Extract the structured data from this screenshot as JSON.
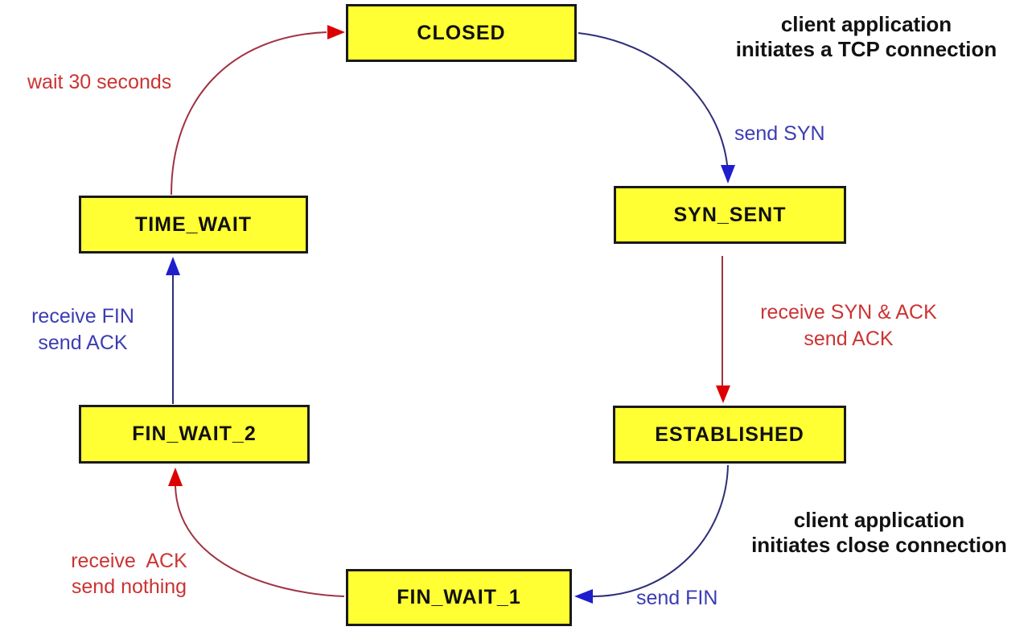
{
  "diagram_type": "state-diagram",
  "subject": "TCP client connection states",
  "colors": {
    "state_fill": "#FFFF33",
    "state_border": "#1A1A1A",
    "blue_line": "#2E2E7A",
    "blue_arrow": "#1E1ECC",
    "blue_text": "#3C3CB4",
    "red_line": "#A13244",
    "red_arrow": "#DD0000",
    "red_text": "#CC3333",
    "black_text": "#111111"
  },
  "states": [
    {
      "label": "CLOSED"
    },
    {
      "label": "SYN_SENT"
    },
    {
      "label": "ESTABLISHED"
    },
    {
      "label": "FIN_WAIT_1"
    },
    {
      "label": "FIN_WAIT_2"
    },
    {
      "label": "TIME_WAIT"
    }
  ],
  "transitions": [
    {
      "from": "CLOSED",
      "to": "SYN_SENT",
      "color": "blue",
      "lines": [
        "send SYN"
      ]
    },
    {
      "from": "SYN_SENT",
      "to": "ESTABLISHED",
      "color": "red",
      "lines": [
        "receive SYN & ACK",
        "send ACK"
      ]
    },
    {
      "from": "ESTABLISHED",
      "to": "FIN_WAIT_1",
      "color": "blue",
      "lines": [
        "send FIN"
      ]
    },
    {
      "from": "FIN_WAIT_1",
      "to": "FIN_WAIT_2",
      "color": "red",
      "lines": [
        "receive  ACK",
        "send nothing"
      ]
    },
    {
      "from": "FIN_WAIT_2",
      "to": "TIME_WAIT",
      "color": "blue",
      "lines": [
        "receive FIN",
        "send ACK"
      ]
    },
    {
      "from": "TIME_WAIT",
      "to": "CLOSED",
      "color": "red",
      "lines": [
        "wait 30 seconds"
      ]
    }
  ],
  "annotations": [
    {
      "lines": [
        "client application",
        "initiates a TCP connection"
      ]
    },
    {
      "lines": [
        "client application",
        "initiates close connection"
      ]
    }
  ]
}
